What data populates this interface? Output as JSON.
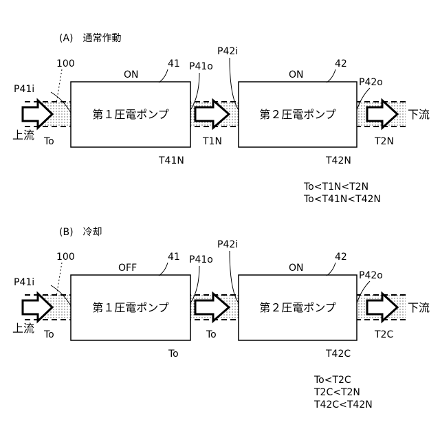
{
  "sectionA": {
    "title": "(A)　通常作動",
    "ref100": "100",
    "pump1": {
      "state": "ON",
      "ref": "41",
      "name": "第１圧電ポンプ",
      "temp": "T41N"
    },
    "pump2": {
      "state": "ON",
      "ref": "42",
      "name": "第２圧電ポンプ",
      "temp": "T42N"
    },
    "ports": {
      "p41i": "P41i",
      "p41o": "P41o",
      "p42i": "P42i",
      "p42o": "P42o"
    },
    "upstream": "上流",
    "downstream": "下流",
    "t_in": "To",
    "t_mid": "T1N",
    "t_out": "T2N",
    "relations": [
      "To<T1N<T2N",
      "To<T41N<T42N"
    ]
  },
  "sectionB": {
    "title": "(B)　冷却",
    "ref100": "100",
    "pump1": {
      "state": "OFF",
      "ref": "41",
      "name": "第１圧電ポンプ",
      "temp": "To"
    },
    "pump2": {
      "state": "ON",
      "ref": "42",
      "name": "第２圧電ポンプ",
      "temp": "T42C"
    },
    "ports": {
      "p41i": "P41i",
      "p41o": "P41o",
      "p42i": "P42i",
      "p42o": "P42o"
    },
    "upstream": "上流",
    "downstream": "下流",
    "t_in": "To",
    "t_mid": "To",
    "t_out": "T2C",
    "relations": [
      "To<T2C",
      "T2C<T2N",
      "T42C<T42N"
    ]
  }
}
